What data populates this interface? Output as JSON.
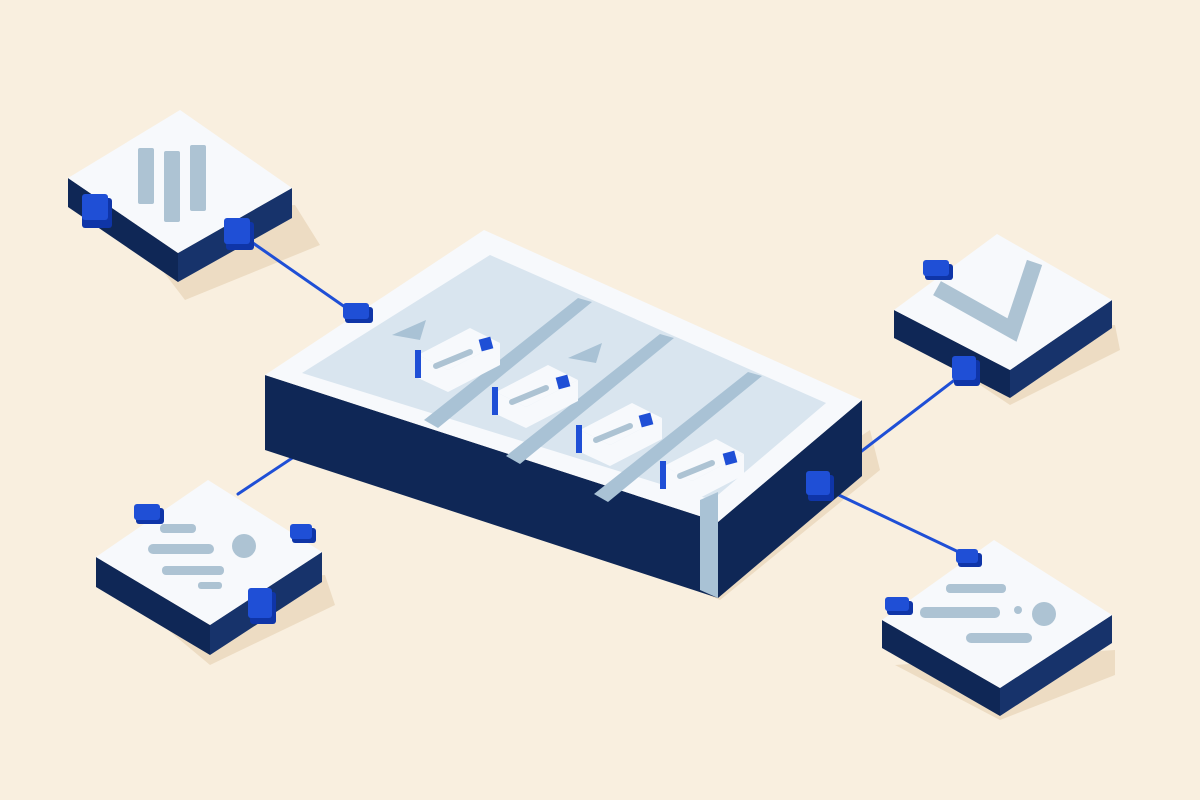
{
  "palette": {
    "background": "#f9efdf",
    "shadow": "#eddcc3",
    "tile_top": "#f7f9fc",
    "tile_side_dark": "#0f2756",
    "tile_side_mid": "#17336b",
    "accent_blue": "#1f4fd6",
    "accent_blue_dark": "#0f35a8",
    "slot_fill": "#d9e5ef",
    "divider": "#a9c2d5",
    "glyph": "#adc3d3"
  },
  "nodes": [
    {
      "id": "columns-module",
      "icon": "columns-icon"
    },
    {
      "id": "checkmark-module",
      "icon": "checkmark-icon"
    },
    {
      "id": "text-lines-module-left",
      "icon": "text-lines-icon"
    },
    {
      "id": "text-lines-module-right",
      "icon": "text-lines-icon"
    }
  ],
  "hub": {
    "id": "central-tray",
    "slot_count": 4,
    "card_count": 4
  },
  "connections": [
    {
      "from": "columns-module",
      "to": "central-tray"
    },
    {
      "from": "central-tray",
      "to": "text-lines-module-left"
    },
    {
      "from": "central-tray",
      "to": "checkmark-module"
    },
    {
      "from": "central-tray",
      "to": "text-lines-module-right"
    }
  ]
}
